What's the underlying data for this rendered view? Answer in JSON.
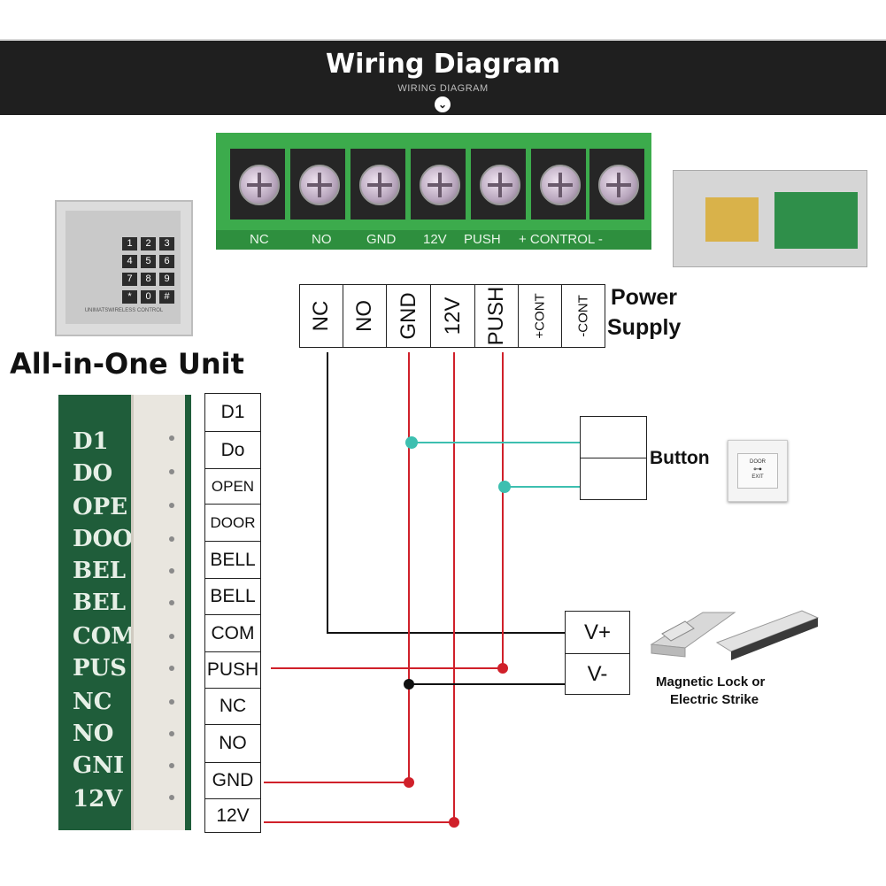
{
  "header": {
    "title": "Wiring Diagram",
    "subtitle": "WIRING DIAGRAM"
  },
  "terminal_photo": {
    "labels": [
      "NC",
      "NO",
      "GND",
      "12V",
      "PUSH",
      "+ CONTROL -"
    ]
  },
  "keypad_photo": {
    "keys": [
      "1",
      "2",
      "3",
      "4",
      "5",
      "6",
      "7",
      "8",
      "9",
      "*",
      "0",
      "#"
    ],
    "brand": "UNIMATSWIRELESS CONTROL"
  },
  "power_supply": {
    "label_line1": "Power",
    "label_line2": "Supply",
    "terminals": [
      "NC",
      "NO",
      "GND",
      "12V",
      "PUSH",
      "+CONT",
      "-CONT"
    ]
  },
  "unit": {
    "title": "All-in-One Unit",
    "terminals": [
      "D1",
      "Do",
      "OPEN",
      "DOOR",
      "BELL",
      "BELL",
      "COM",
      "PUSH",
      "NC",
      "NO",
      "GND",
      "12V"
    ],
    "pcb_labels": [
      "D1",
      "DO",
      "OPE",
      "DOO",
      "BEL",
      "BEL",
      "COM",
      "PUS",
      "NC",
      "NO",
      "GNI",
      "12V"
    ]
  },
  "button": {
    "label": "Button",
    "face_top": "DOOR",
    "face_bottom": "EXIT"
  },
  "lock": {
    "terminals": [
      "V+",
      "V-"
    ],
    "label_line1": "Magnetic Lock or",
    "label_line2": "Electric Strike"
  },
  "colors": {
    "wire_red": "#d0202a",
    "wire_black": "#111111",
    "wire_teal": "#3dbfb0",
    "header_bg": "#1f1f1f",
    "pcb_green": "#1f5d3a",
    "terminal_green": "#3cab4c"
  }
}
